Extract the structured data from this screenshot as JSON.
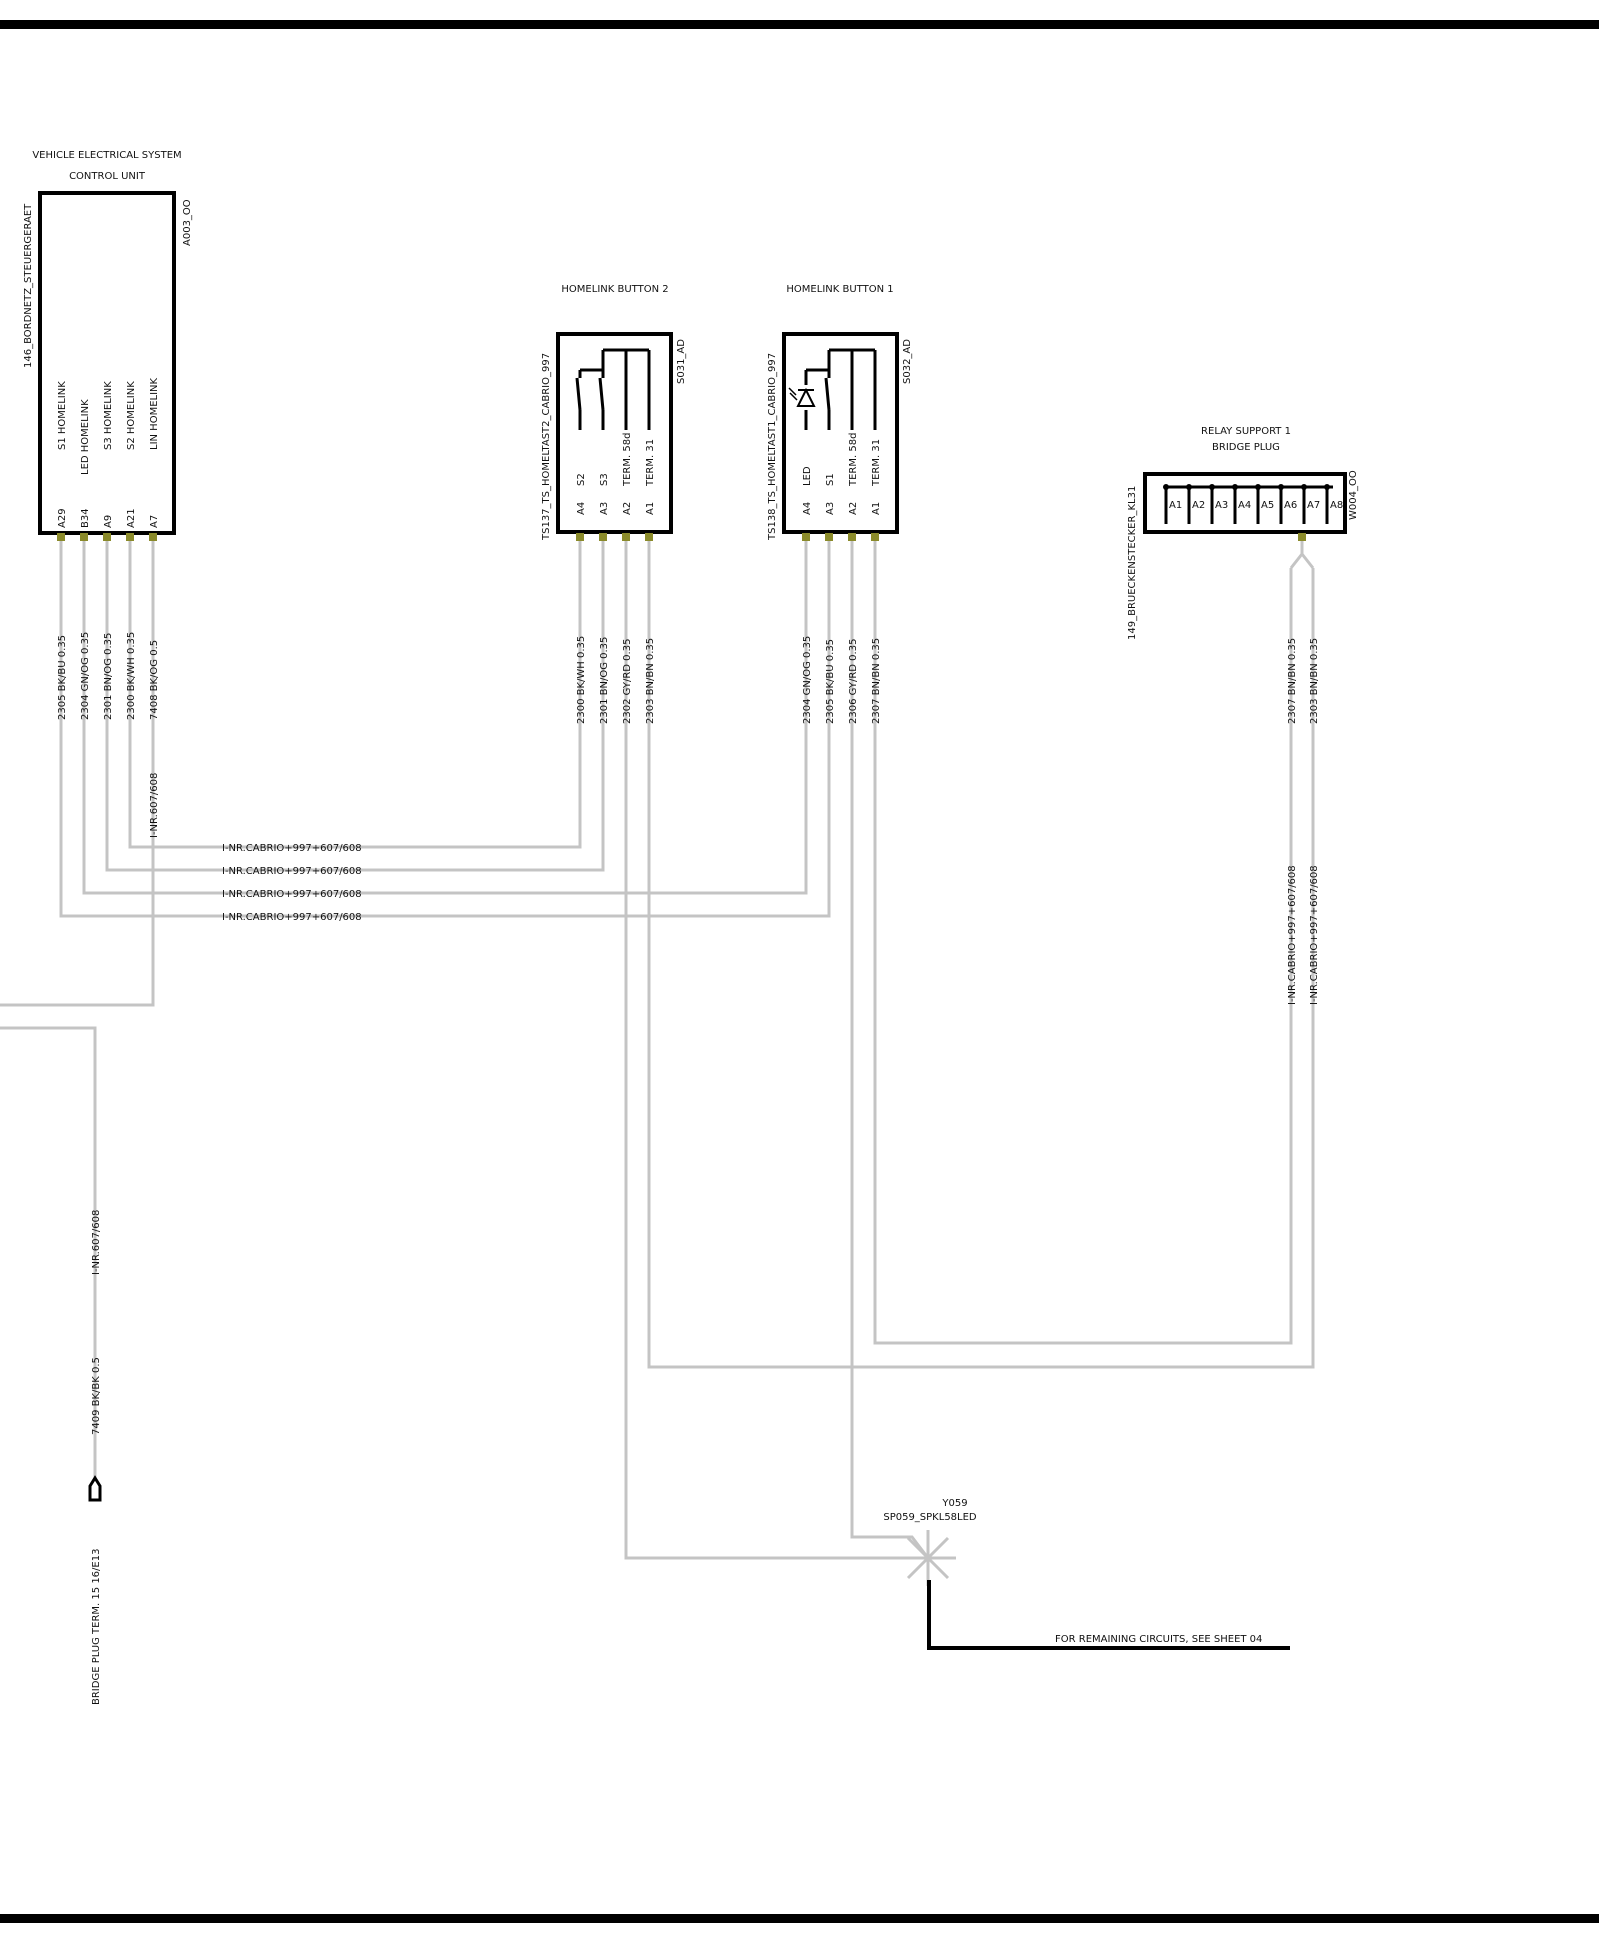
{
  "control_unit": {
    "title_line1": "VEHICLE ELECTRICAL SYSTEM",
    "title_line2": "CONTROL UNIT",
    "name": "146_BORDNETZ_STEUERGERAET",
    "code": "A003_OO",
    "pins": [
      {
        "pin": "A29",
        "label": "S1 HOMELINK",
        "wire": "2305 BK/BU 0.35"
      },
      {
        "pin": "B34",
        "label": "LED HOMELINK",
        "wire": "2304 GN/OG 0.35"
      },
      {
        "pin": "A9",
        "label": "S3 HOMELINK",
        "wire": "2301 BN/OG 0.35"
      },
      {
        "pin": "A21",
        "label": "S2 HOMELINK",
        "wire": "2300 BK/WH 0.35"
      },
      {
        "pin": "A7",
        "label": "LIN HOMELINK",
        "wire": "7408 BK/OG 0.5"
      }
    ],
    "lin_route_label": "I-NR.607/608"
  },
  "button2": {
    "title": "HOMELINK BUTTON 2",
    "name": "TS137_TS_HOMELTAST2_CABRIO_997",
    "code": "S031_AD",
    "pins": [
      {
        "pin": "A4",
        "label": "S2",
        "wire": "2300 BK/WH 0.35"
      },
      {
        "pin": "A3",
        "label": "S3",
        "wire": "2301 BN/OG 0.35"
      },
      {
        "pin": "A2",
        "label": "TERM. 58d",
        "wire": "2302 GY/RD 0.35"
      },
      {
        "pin": "A1",
        "label": "TERM. 31",
        "wire": "2303 BN/BN 0.35"
      }
    ]
  },
  "button1": {
    "title": "HOMELINK BUTTON 1",
    "name": "TS138_TS_HOMELTAST1_CABRIO_997",
    "code": "S032_AD",
    "pins": [
      {
        "pin": "A4",
        "label": "LED",
        "wire": "2304 GN/OG 0.35"
      },
      {
        "pin": "A3",
        "label": "S1",
        "wire": "2305 BK/BU 0.35"
      },
      {
        "pin": "A2",
        "label": "TERM. 58d",
        "wire": "2306 GY/RD 0.35"
      },
      {
        "pin": "A1",
        "label": "TERM. 31",
        "wire": "2307 BN/BN 0.35"
      }
    ]
  },
  "relay": {
    "title_line1": "RELAY SUPPORT 1",
    "title_line2": "BRIDGE PLUG",
    "name": "149_BRUECKENSTECKER_KL31",
    "code": "W004_OO",
    "pins": [
      "A1",
      "A2",
      "A3",
      "A4",
      "A5",
      "A6",
      "A7",
      "A8"
    ],
    "wires": [
      "2307 BN/BN 0.35",
      "2303 BN/BN 0.35"
    ],
    "route_label": "I-NR.CABRIO+997+607/608"
  },
  "route_labels": [
    "I-NR.CABRIO+997+607/608",
    "I-NR.CABRIO+997+607/608",
    "I-NR.CABRIO+997+607/608",
    "I-NR.CABRIO+997+607/608"
  ],
  "bridge_plug": {
    "route_label": "I-NR.607/608",
    "wire": "7409 BK/BK 0.5",
    "label": "BRIDGE PLUG  TERM. 15   16/E13"
  },
  "splice": {
    "id": "Y059",
    "name": "SP059_SPKL58LED",
    "note": "FOR  REMAINING  CIRCUITS,  SEE SHEET  04"
  }
}
